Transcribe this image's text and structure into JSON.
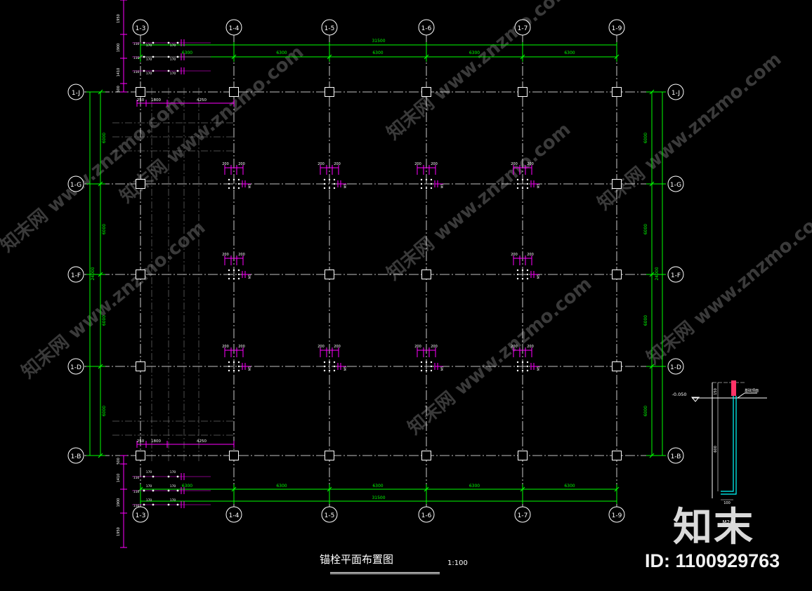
{
  "drawing": {
    "title": "锚栓平面布置图",
    "scale": "1:100",
    "column_axes": [
      "1-3",
      "1-4",
      "1-5",
      "1-6",
      "1-7",
      "1-9"
    ],
    "row_axes": [
      "1-J",
      "1-G",
      "1-F",
      "1-D",
      "1-B"
    ],
    "overall_width_dim": "31500",
    "overall_height_dim": "24000",
    "bay_width_dims": [
      "6300",
      "6300",
      "6300",
      "6300",
      "6300"
    ],
    "bay_height_dims": [
      "6000",
      "6000",
      "6000",
      "6000"
    ],
    "corner_dims": {
      "edge": "250",
      "spacing": "1800",
      "to_axis": "4250",
      "small_a": "1900",
      "small_b": "1950",
      "small_c": "1410",
      "small_d": "500"
    },
    "bolt_dims": {
      "spacing": "200",
      "small": "170",
      "offset": "110",
      "tag": "M5"
    },
    "detail": {
      "level": "-0.050",
      "top_len": "150",
      "embed_len": "600",
      "hook_len": "100",
      "bolt_size": "M24",
      "surface_note": "基础顶面"
    },
    "colors": {
      "grid_line": "#ffffff",
      "dimension": "#00ff00",
      "bolt_group": "#ff00ff",
      "column": "#ffffff",
      "detail_bolt": "#00ffff",
      "background": "#000000"
    }
  },
  "watermark": {
    "logo_text": "知末",
    "id_text": "ID: 1100929763",
    "site_text": "知末网 www.znzmo.com"
  }
}
